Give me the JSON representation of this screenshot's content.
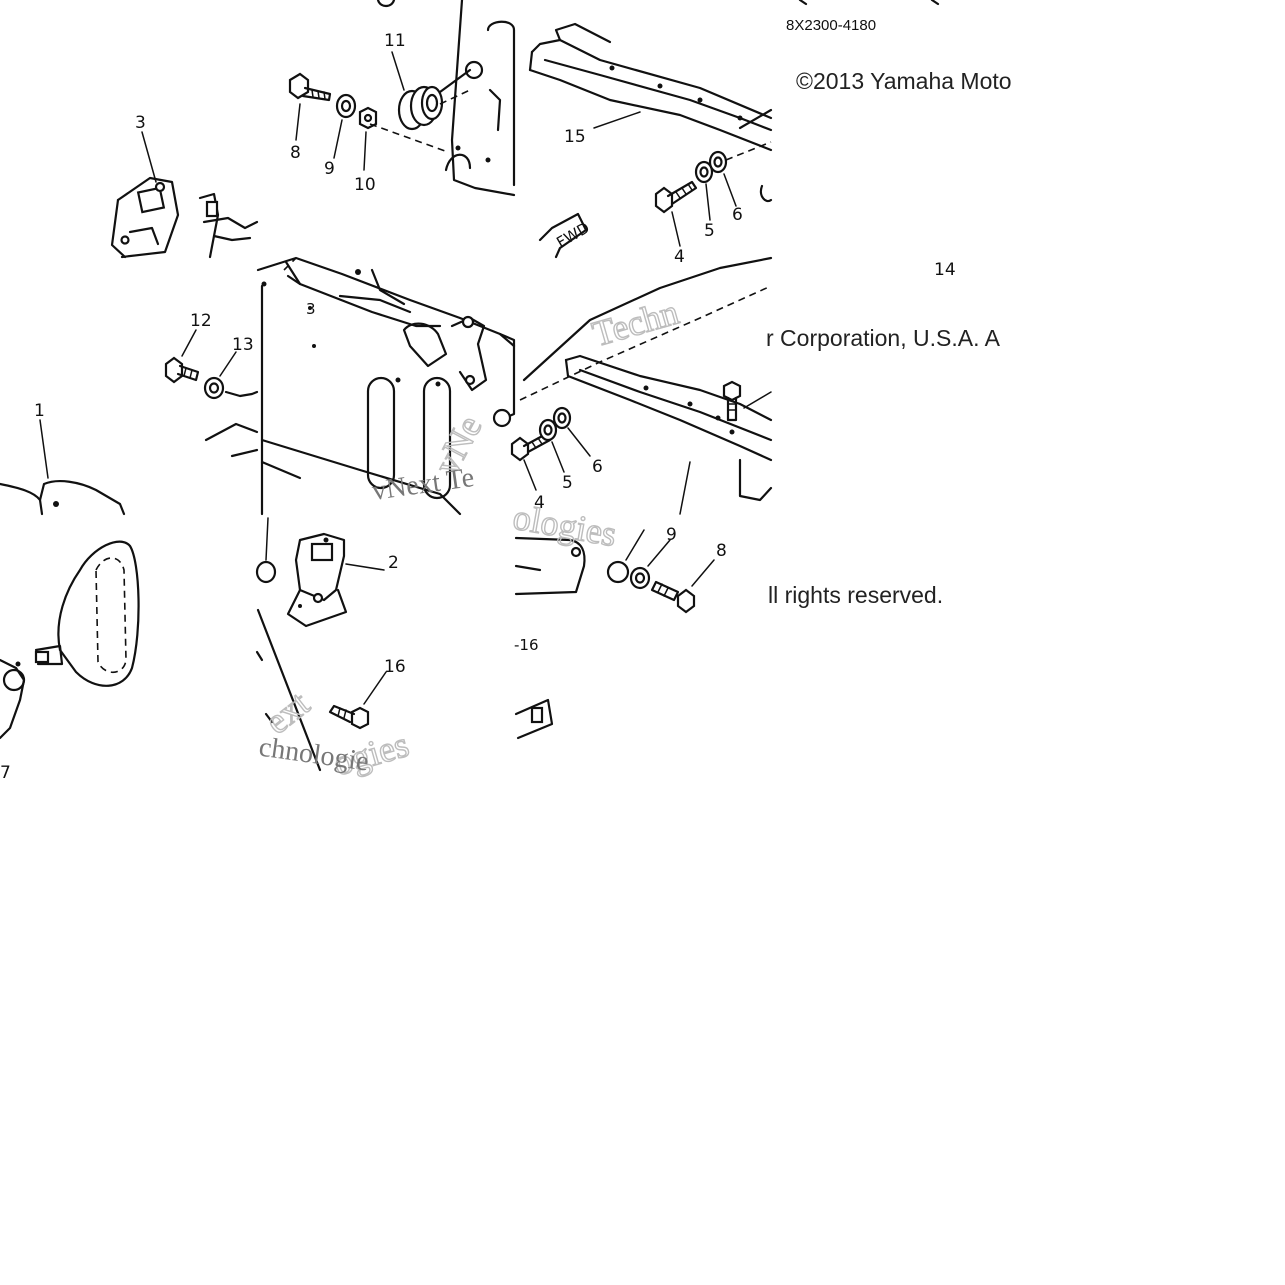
{
  "diagram": {
    "part_code": "8X2300-4180",
    "copyright_lines": [
      "©2013 Yamaha Moto",
      "r Corporation, U.S.A. A",
      "ll rights reserved."
    ],
    "watermark_fragments": [
      "Techn",
      "vNext Te",
      "vNe",
      "ologies",
      "ext",
      "ogies",
      "chnologie"
    ],
    "direction_tag": "FWD",
    "callouts": {
      "c11": "11",
      "c8a": "8",
      "c9a": "9",
      "c10": "10",
      "c3": "3",
      "c15": "15",
      "c4a": "4",
      "c5a": "5",
      "c6a": "6",
      "c14": "14",
      "c12": "12",
      "c13": "13",
      "c1": "1",
      "c4b": "4",
      "c5b": "5",
      "c6b": "6",
      "c9b": "9",
      "c8b": "8",
      "c2": "2",
      "c16": "16",
      "c16b": "-16",
      "c7": "7"
    }
  }
}
